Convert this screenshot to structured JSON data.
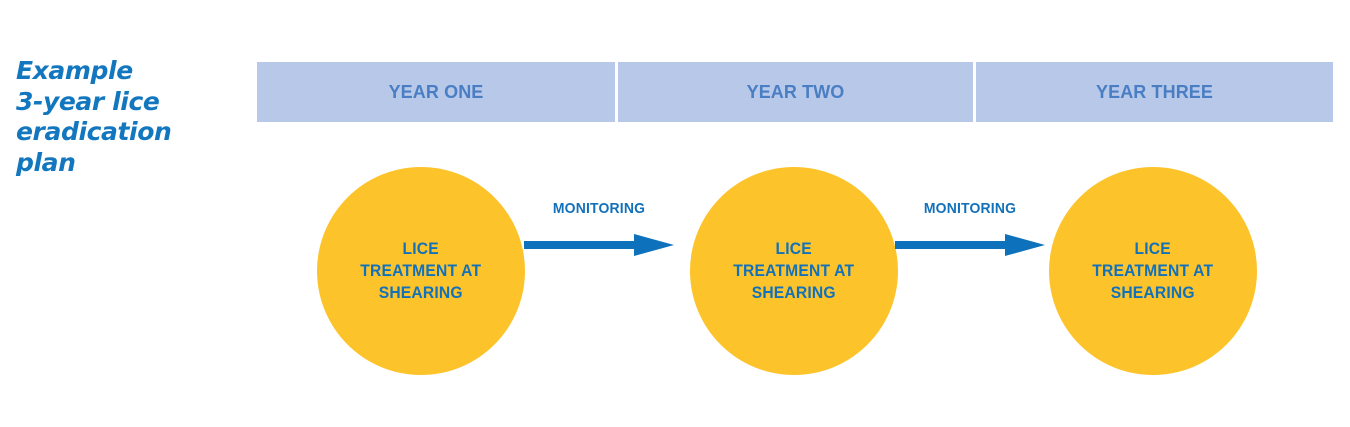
{
  "title": {
    "text": "Example\n3-year lice\neradication\nplan"
  },
  "colors": {
    "title_blue": "#1277be",
    "header_bar_fill": "#b7c8e8",
    "header_bar_text": "#4a7ec4",
    "circle_fill": "#fdc32b",
    "circle_text": "#1271bb",
    "arrow_blue": "#0d72bb",
    "background": "#ffffff"
  },
  "timeline": {
    "headers": [
      {
        "label": "YEAR ONE"
      },
      {
        "label": "YEAR TWO"
      },
      {
        "label": "YEAR THREE"
      }
    ],
    "stages": [
      {
        "label": "LICE\nTREATMENT AT\nSHEARING"
      },
      {
        "label": "LICE\nTREATMENT AT\nSHEARING"
      },
      {
        "label": "LICE\nTREATMENT AT\nSHEARING"
      }
    ],
    "transitions": [
      {
        "label": "MONITORING",
        "icon": "arrow-right-icon"
      },
      {
        "label": "MONITORING",
        "icon": "arrow-right-icon"
      }
    ]
  }
}
